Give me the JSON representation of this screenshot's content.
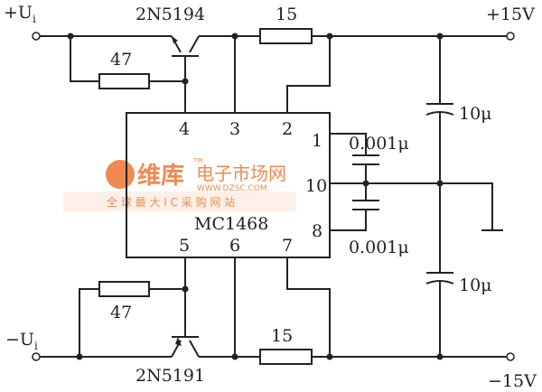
{
  "title": "MC1468 dual tracking regulator circuit",
  "labels": {
    "vin_pos": "+U",
    "vin_pos_sub": "i",
    "vin_neg": "−U",
    "vin_neg_sub": "i",
    "vout_pos": "+15V",
    "vout_neg": "−15V",
    "q_top": "2N5194",
    "q_bottom": "2N5191",
    "r_top_base": "47",
    "r_bottom_base": "47",
    "r_top_sense": "15",
    "r_bottom_sense": "15",
    "ic": "MC1468",
    "c_top_comp": "0.001μ",
    "c_bottom_comp": "0.001μ",
    "c_top_out": "10μ",
    "c_bottom_out": "10μ",
    "pins": {
      "p1": "1",
      "p2": "2",
      "p3": "3",
      "p4": "4",
      "p5": "5",
      "p6": "6",
      "p7": "7",
      "p8": "8",
      "p10": "10"
    }
  },
  "watermark": {
    "brand": "维库",
    "name": "电子市场网",
    "tm": "TM",
    "url": "WWW.DZSC.COM",
    "slogan": "全 球 最 大 I C 采 购 网 站"
  }
}
